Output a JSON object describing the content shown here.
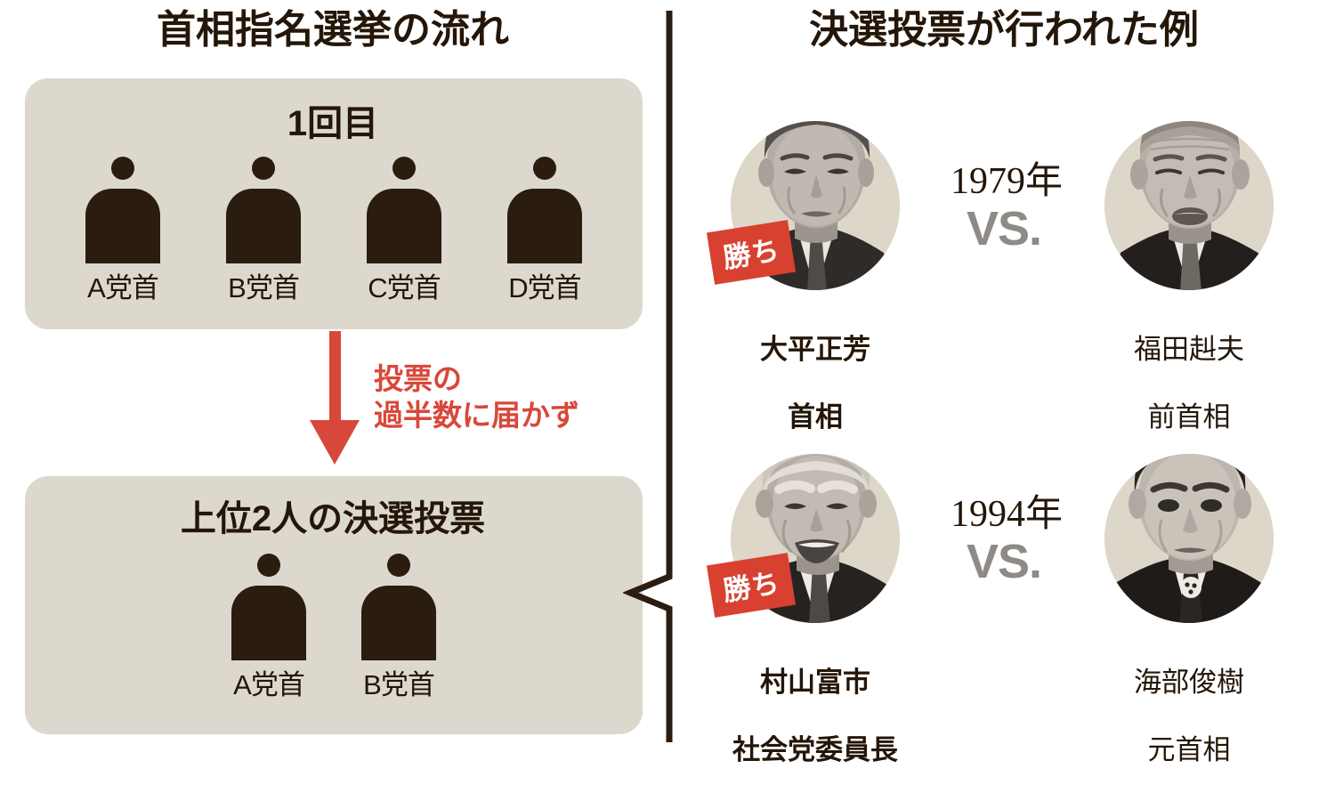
{
  "colors": {
    "ink": "#2B1C10",
    "box_fill": "#DCD8CD",
    "accent_red": "#D8402F",
    "arrow_red": "#D8483A",
    "vs_gray": "#8E8A85",
    "portrait_disc": "#DDD7C9",
    "page_bg": "#FFFFFF"
  },
  "left_panel": {
    "title": "首相指名選挙の流れ",
    "round1": {
      "heading": "1回目",
      "candidates": [
        {
          "label": "A党首"
        },
        {
          "label": "B党首"
        },
        {
          "label": "C党首"
        },
        {
          "label": "D党首"
        }
      ]
    },
    "arrow_note": "投票の\n過半数に届かず",
    "arrow_note_line1": "投票の",
    "arrow_note_line2": "過半数に届かず",
    "round2": {
      "heading": "上位2人の決選投票",
      "candidates": [
        {
          "label": "A党首"
        },
        {
          "label": "B党首"
        }
      ]
    }
  },
  "right_panel": {
    "title": "決選投票が行われた例",
    "matchups": [
      {
        "year": "1979年",
        "vs": "VS.",
        "winner": {
          "badge": "勝ち",
          "name_line1": "大平正芳",
          "name_line2": "首相",
          "name": "大平正芳\n首相"
        },
        "loser": {
          "name_line1": "福田赳夫",
          "name_line2": "前首相",
          "name": "福田赳夫\n前首相"
        }
      },
      {
        "year": "1994年",
        "vs": "VS.",
        "winner": {
          "badge": "勝ち",
          "name_line1": "村山富市",
          "name_line2": "社会党委員長",
          "name": "村山富市\n社会党委員長"
        },
        "loser": {
          "name_line1": "海部俊樹",
          "name_line2": "元首相",
          "name": "海部俊樹\n元首相"
        }
      }
    ]
  }
}
